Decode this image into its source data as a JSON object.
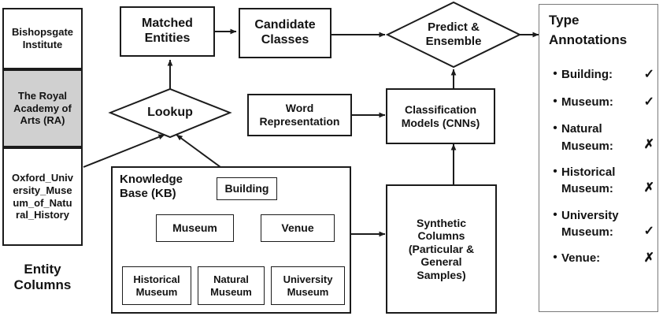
{
  "figure": {
    "entity_columns": {
      "caption": "Entity\nColumns",
      "cells": [
        {
          "text": "Bishopsgate\nInstitute",
          "highlighted": false
        },
        {
          "text": "The Royal\nAcademy of\nArts (RA)",
          "highlighted": true
        },
        {
          "text": "Oxford_Univ\nersity_Muse\num_of_Natu\nral_History",
          "highlighted": false
        }
      ]
    },
    "nodes": {
      "matched_entities": "Matched\nEntities",
      "candidate_classes": "Candidate\nClasses",
      "predict_ensemble": "Predict &\nEnsemble",
      "lookup": "Lookup",
      "word_representation": "Word\nRepresentation",
      "classification_models": "Classification\nModels (CNNs)",
      "synthetic_columns": "Synthetic\nColumns\n(Particular &\nGeneral\nSamples)"
    },
    "knowledge_base": {
      "title": "Knowledge\nBase (KB)",
      "root": "Building",
      "level2": [
        "Museum",
        "Venue"
      ],
      "level3": [
        "Historical\nMuseum",
        "Natural\nMuseum",
        "University\nMuseum"
      ]
    },
    "type_annotations": {
      "title": "Type\nAnnotations",
      "items": [
        {
          "label": "Building:",
          "mark": "✓"
        },
        {
          "label": "Museum:",
          "mark": "✓"
        },
        {
          "label": "Natural\nMuseum:",
          "mark": "✗"
        },
        {
          "label": "Historical\nMuseum:",
          "mark": "✗"
        },
        {
          "label": "University\nMuseum:",
          "mark": "✓"
        },
        {
          "label": "Venue:",
          "mark": "✗"
        }
      ],
      "bullet": "•"
    },
    "colors": {
      "stroke": "#1b1b1b",
      "highlight_fill": "#d0d0d0",
      "panel_border": "#7a7a7a",
      "background": "#ffffff"
    }
  }
}
